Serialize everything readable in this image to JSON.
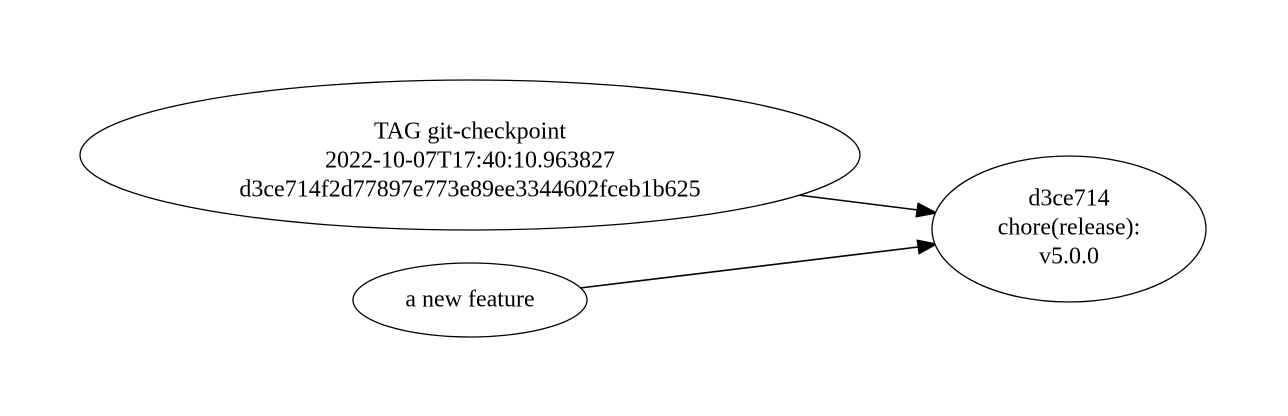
{
  "diagram": {
    "nodes": {
      "tag": {
        "lines": [
          "TAG git-checkpoint",
          "2022-10-07T17:40:10.963827",
          "d3ce714f2d77897e773e89ee3344602fceb1b625"
        ]
      },
      "feature": {
        "lines": [
          "a new feature"
        ]
      },
      "commit": {
        "lines": [
          "d3ce714",
          "chore(release):",
          "v5.0.0"
        ]
      }
    },
    "edges": [
      {
        "from": "tag",
        "to": "commit"
      },
      {
        "from": "feature",
        "to": "commit"
      }
    ],
    "colors": {
      "stroke": "#000000",
      "background": "#ffffff"
    }
  }
}
